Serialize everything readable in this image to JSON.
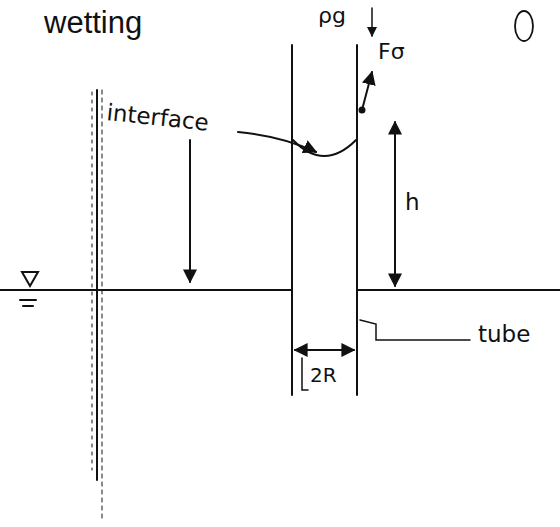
{
  "diagram": {
    "labels": [
      "wetting",
      "ρg",
      "Fσ",
      "interface",
      "h",
      "2R",
      "tube"
    ]
  }
}
